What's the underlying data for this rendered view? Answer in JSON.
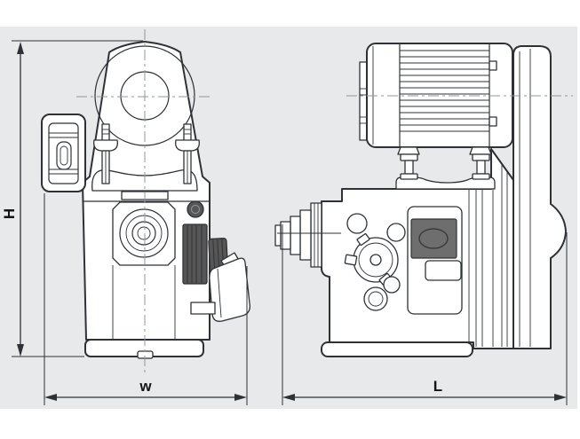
{
  "page": {
    "background_color": "#ffffff"
  },
  "diagram": {
    "kind": "technical-dimension-drawing",
    "views": 2,
    "colors": {
      "panel_background": "#e7e9eb",
      "line": "#2e3236",
      "centerline": "#8f969c",
      "dark_fill": "#565656",
      "nameplate_fill": "#6e6e6e",
      "label_text": "#141414"
    },
    "dimensions": {
      "height": {
        "label": "H"
      },
      "width": {
        "label": "w"
      },
      "length": {
        "label": "L"
      }
    }
  }
}
